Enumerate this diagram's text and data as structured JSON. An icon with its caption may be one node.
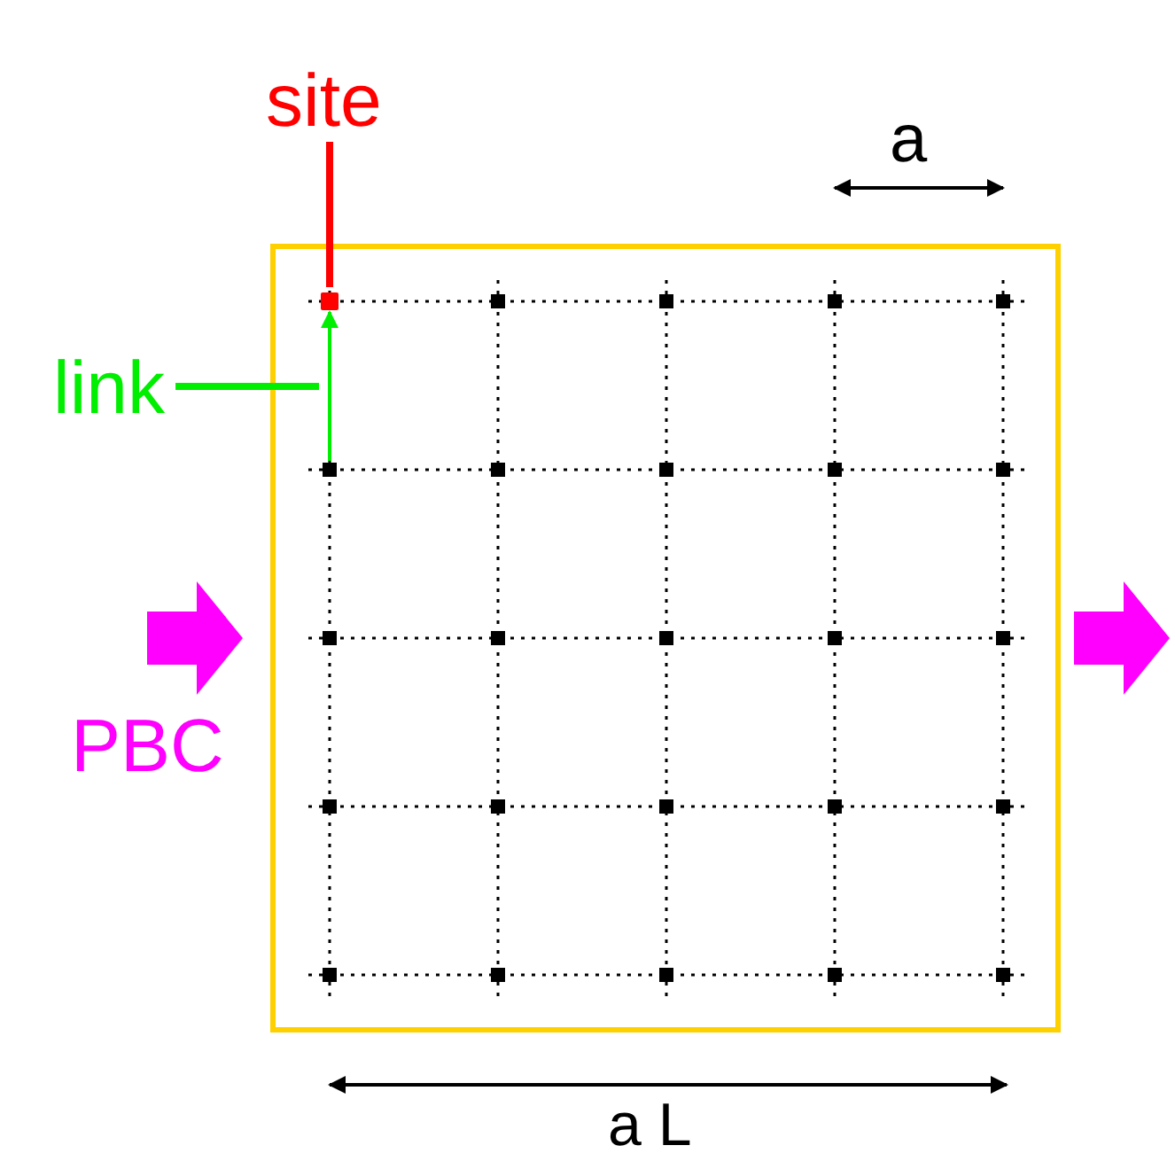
{
  "diagram": {
    "nodes": [
      {
        "text": [
          "site"
        ]
      },
      {
        "text": [
          "link"
        ]
      },
      {
        "text": [],
        "shape": "box"
      }
    ],
    "edges": [
      {
        "from": 0,
        "to": 2,
        "arrow": "none",
        "color": "#ff0000"
      },
      {
        "from": 1,
        "to": null,
        "arrow": "none",
        "color": "#00ee00"
      },
      {
        "from": null,
        "to": 2,
        "arrow": "to",
        "color": "#00ee00"
      }
    ],
    "labels": [
      "a",
      "PBC",
      "a L"
    ]
  }
}
